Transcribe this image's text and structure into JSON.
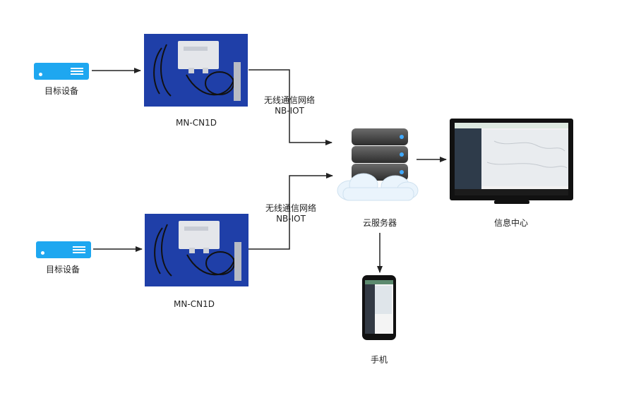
{
  "nodes": {
    "device_top": {
      "label": "目标设备"
    },
    "sensor_top": {
      "label": "MN-CN1D"
    },
    "device_bottom": {
      "label": "目标设备"
    },
    "sensor_bottom": {
      "label": "MN-CN1D"
    },
    "cloud_server": {
      "label": "云服务器"
    },
    "info_center": {
      "label": "信息中心"
    },
    "phone": {
      "label": "手机"
    }
  },
  "edges": {
    "top_link": {
      "line1": "无线通信网络",
      "line2": "NB-IOT"
    },
    "bottom_link": {
      "line1": "无线通信网络",
      "line2": "NB-IOT"
    }
  },
  "colors": {
    "device_blue": "#1ea7f0",
    "photo_bg": "#1f3fa8",
    "arrow": "#222222"
  }
}
